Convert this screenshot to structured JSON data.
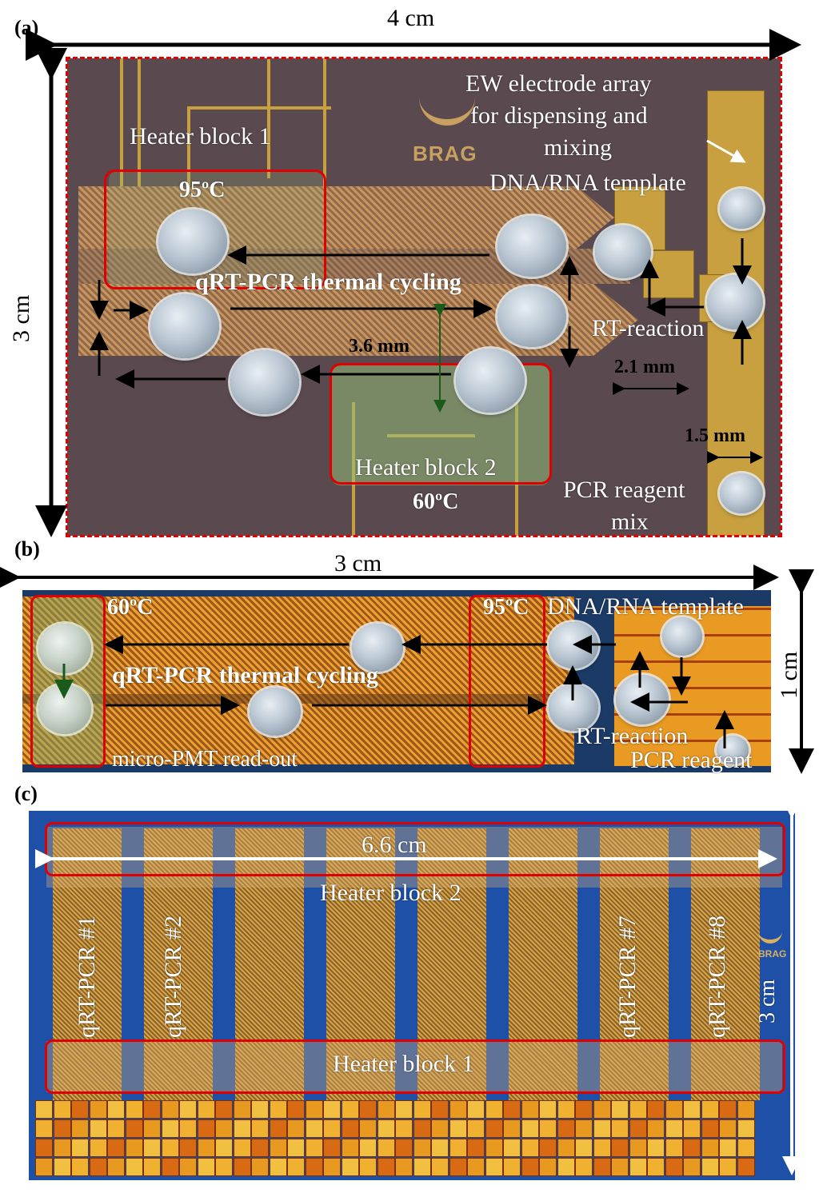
{
  "panel_a": {
    "label": "(a)",
    "width_dim": "4 cm",
    "height_dim": "3 cm",
    "heater1": "Heater block 1",
    "temp95": "95ºC",
    "heater2": "Heater block 2",
    "temp60": "60ºC",
    "ew_line1": "EW electrode array",
    "ew_line2": "for dispensing and",
    "ew_line3": "mixing",
    "template": "DNA/RNA template",
    "thermal": "qRT-PCR thermal cycling",
    "rt": "RT-reaction",
    "dim36": "3.6 mm",
    "dim21": "2.1 mm",
    "dim15": "1.5 mm",
    "pcr_line1": "PCR reagent",
    "pcr_line2": "mix",
    "logo": "BRAG"
  },
  "panel_b": {
    "label": "(b)",
    "width_dim": "3 cm",
    "height_dim": "1 cm",
    "temp60": "60ºC",
    "temp95": "95ºC",
    "template": "DNA/RNA template",
    "thermal": "qRT-PCR thermal cycling",
    "rt": "RT-reaction",
    "pmt": "micro-PMT read-out",
    "pcr": "PCR reagent"
  },
  "panel_c": {
    "label": "(c)",
    "width_dim": "6.6 cm",
    "height_dim": "3 cm",
    "heater2": "Heater block 2",
    "heater1": "Heater block 1",
    "channels": [
      "qRT-PCR #1",
      "qRT-PCR #2",
      "qRT-PCR #7",
      "qRT-PCR #8"
    ],
    "logo": "BRAG"
  },
  "colors": {
    "red_outline": "#e00000",
    "chip_a_bg": "#5a4a4f",
    "chip_b_bg": "#1c3a66",
    "chip_c_bg": "#1e50a8"
  }
}
